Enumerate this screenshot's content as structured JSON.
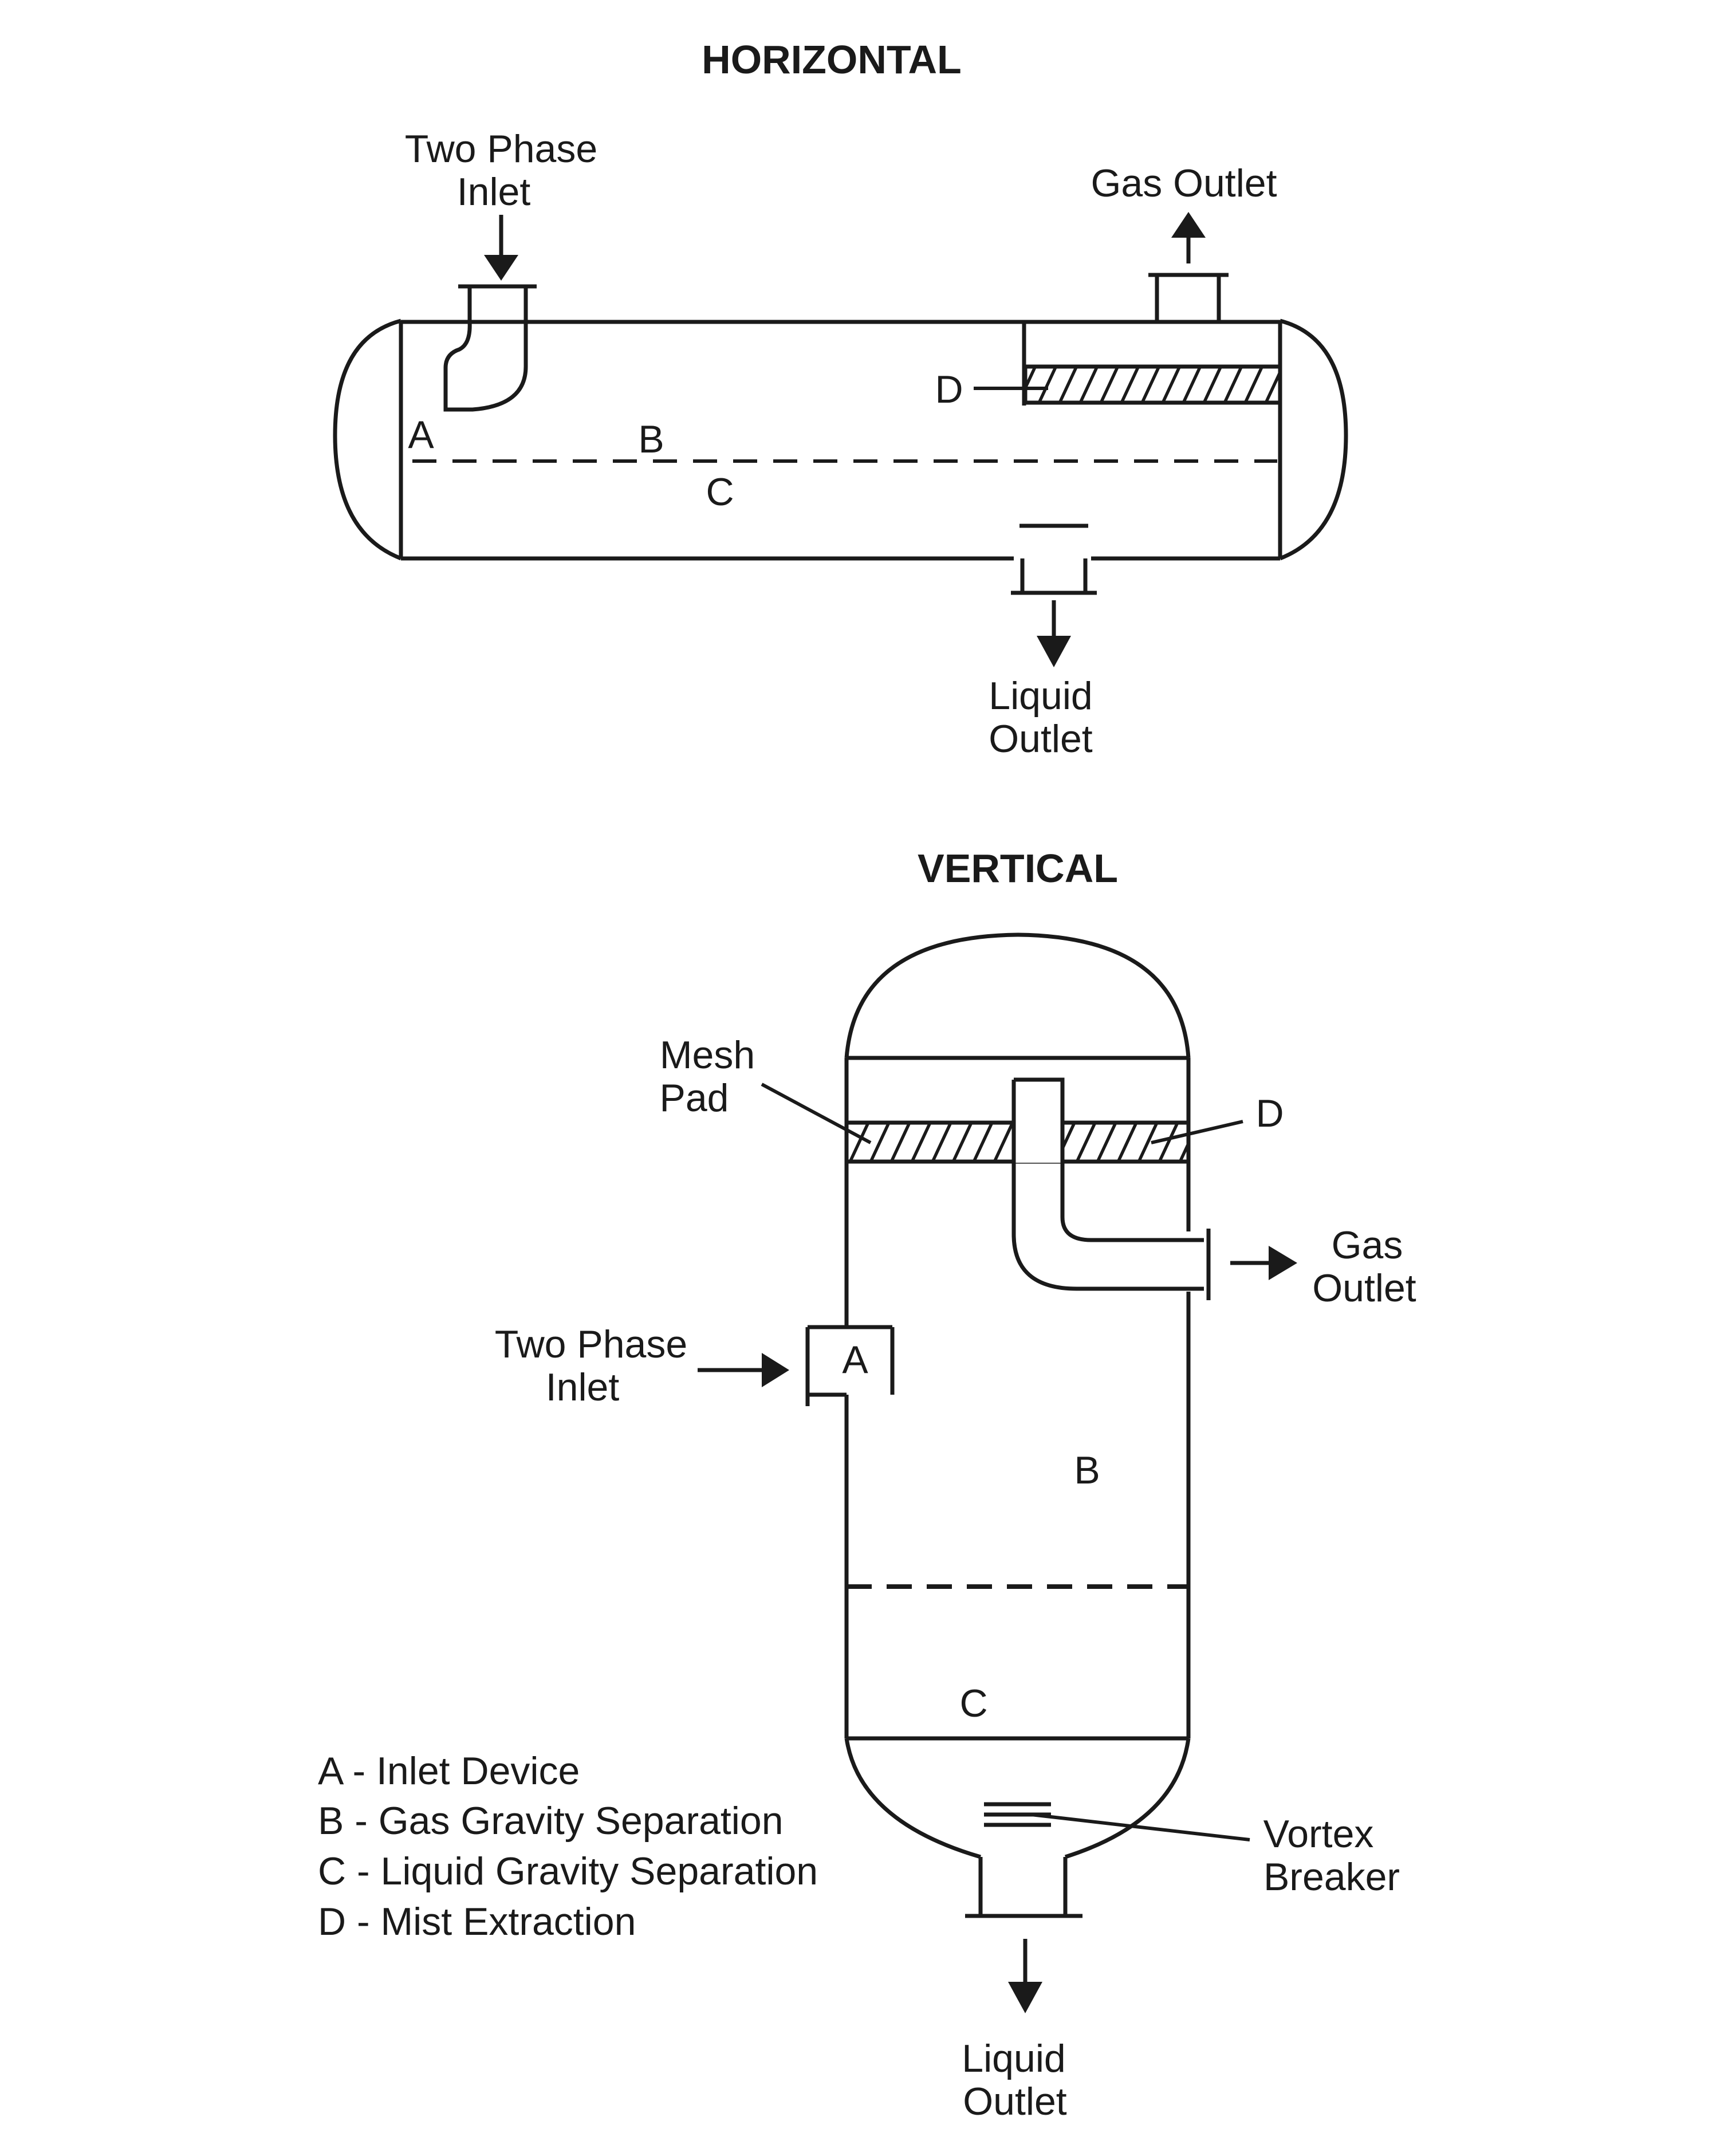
{
  "horizontal": {
    "title": "HORIZONTAL",
    "inlet_line1": "Two Phase",
    "inlet_line2": "Inlet",
    "gas_outlet": "Gas Outlet",
    "liquid_line1": "Liquid",
    "liquid_line2": "Outlet",
    "label_a": "A",
    "label_b": "B",
    "label_c": "C",
    "label_d": "D"
  },
  "vertical": {
    "title": "VERTICAL",
    "mesh_line1": "Mesh",
    "mesh_line2": "Pad",
    "label_d": "D",
    "gas_line1": "Gas",
    "gas_line2": "Outlet",
    "inlet_line1": "Two Phase",
    "inlet_line2": "Inlet",
    "label_a": "A",
    "label_b": "B",
    "label_c": "C",
    "vortex_line1": "Vortex",
    "vortex_line2": "Breaker",
    "liquid_line1": "Liquid",
    "liquid_line2": "Outlet"
  },
  "legend": [
    "A - Inlet Device",
    "B - Gas Gravity Separation",
    "C - Liquid Gravity Separation",
    "D - Mist Extraction"
  ]
}
